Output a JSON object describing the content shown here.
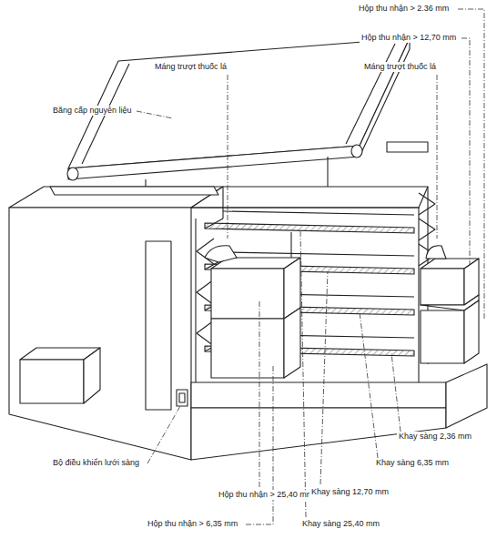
{
  "diagram": {
    "labels": [
      "Hộp thu nhận > 2.36 mm",
      "Hộp thu nhận > 12,70 mm",
      "Máng trượt thuốc lá",
      "Máng trượt thuốc lá",
      "Băng cấp nguyên liệu",
      "Khay sàng 2,36 mm",
      "Bộ điều khiển lưới sàng",
      "Khay sàng 6,35 mm",
      "Hộp thu nhận > 25,40 mm",
      "Khay sàng 12,70 mm",
      "Hộp thu nhận > 6,35 mm",
      "Khay sàng 25,40 mm"
    ]
  }
}
